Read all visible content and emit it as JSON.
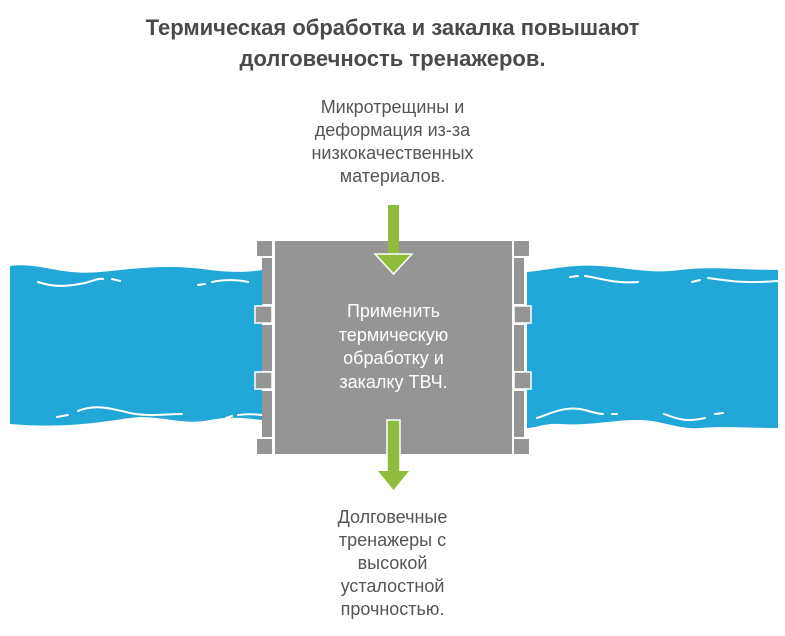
{
  "title": {
    "line1": "Термическая обработка и закалка повышают",
    "line2": "долговечность тренажеров."
  },
  "input": {
    "line1": "Микротрещины и",
    "line2": "деформация из-за",
    "line3": "низкокачественных",
    "line4": "материалов."
  },
  "process": {
    "line1": "Применить",
    "line2": "термическую",
    "line3": "обработку и",
    "line4": "закалку ТВЧ."
  },
  "output": {
    "line1": "Долговечные",
    "line2": "тренажеры с",
    "line3": "высокой",
    "line4": "усталостной",
    "line5": "прочностью."
  },
  "colors": {
    "title_text": "#4a4a4a",
    "body_text": "#555555",
    "water": "#22a8d8",
    "gate": "#959595",
    "arrow": "#8ebd3c",
    "node_text": "#ffffff"
  }
}
